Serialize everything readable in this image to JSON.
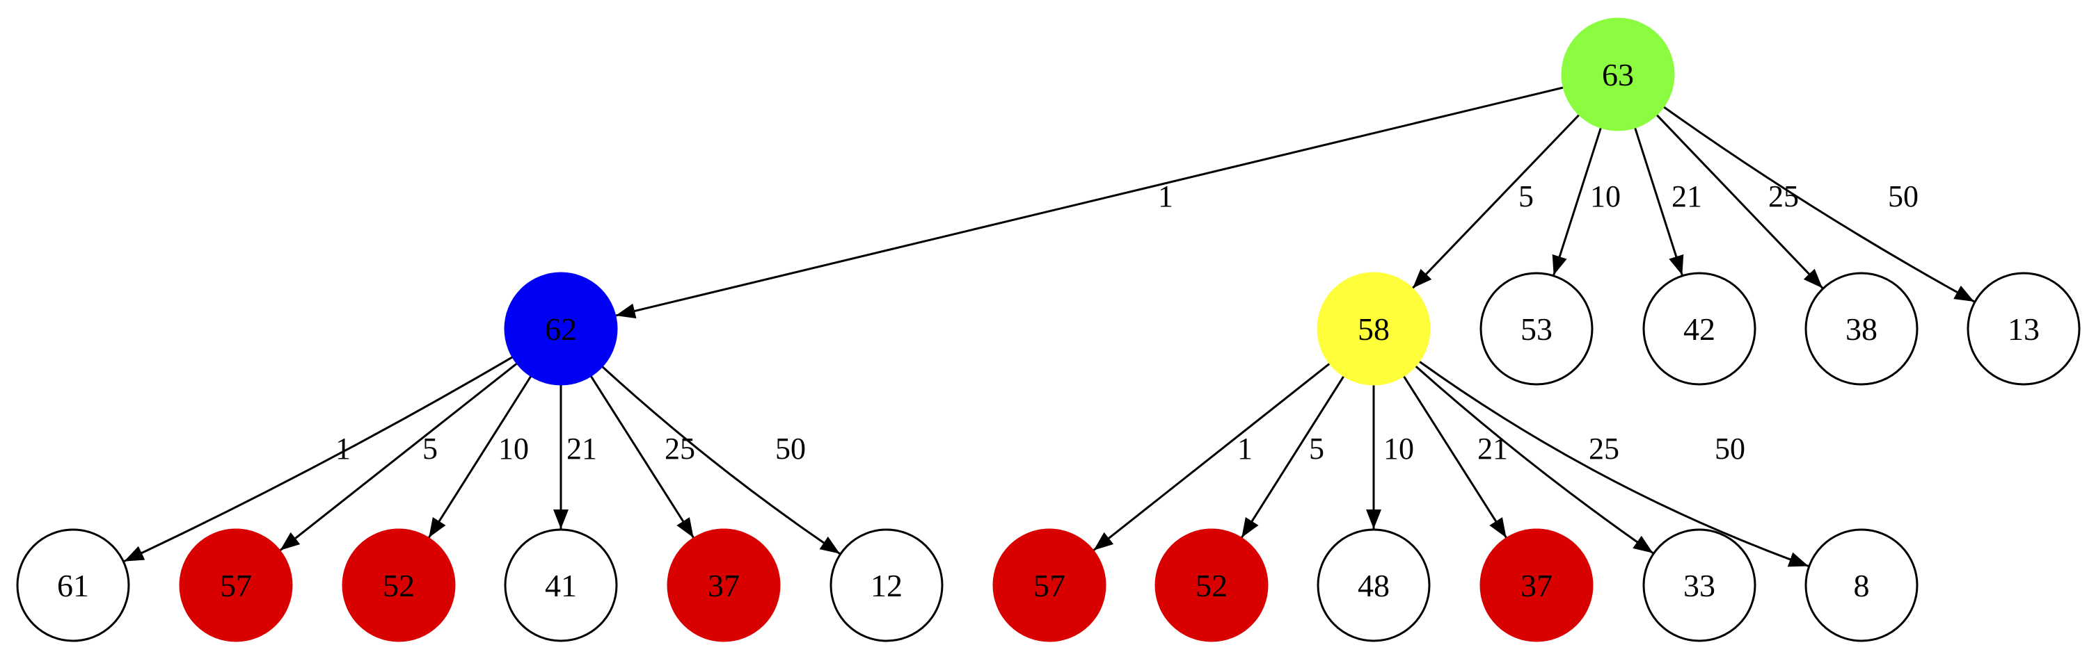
{
  "nodes": [
    {
      "id": "n63",
      "label": "63",
      "fill": "#8bfc3f"
    },
    {
      "id": "n62",
      "label": "62",
      "fill": "#0000f5"
    },
    {
      "id": "n58",
      "label": "58",
      "fill": "#fefe3b"
    },
    {
      "id": "n53",
      "label": "53",
      "fill": "#ffffff"
    },
    {
      "id": "n42",
      "label": "42",
      "fill": "#ffffff"
    },
    {
      "id": "n38",
      "label": "38",
      "fill": "#ffffff"
    },
    {
      "id": "n13",
      "label": "13",
      "fill": "#ffffff"
    },
    {
      "id": "a61",
      "label": "61",
      "fill": "#ffffff"
    },
    {
      "id": "a57",
      "label": "57",
      "fill": "#d90000"
    },
    {
      "id": "a52",
      "label": "52",
      "fill": "#d90000"
    },
    {
      "id": "a41",
      "label": "41",
      "fill": "#ffffff"
    },
    {
      "id": "a37",
      "label": "37",
      "fill": "#d90000"
    },
    {
      "id": "a12",
      "label": "12",
      "fill": "#ffffff"
    },
    {
      "id": "b57",
      "label": "57",
      "fill": "#d90000"
    },
    {
      "id": "b52",
      "label": "52",
      "fill": "#d90000"
    },
    {
      "id": "b48",
      "label": "48",
      "fill": "#ffffff"
    },
    {
      "id": "b37",
      "label": "37",
      "fill": "#d90000"
    },
    {
      "id": "b33",
      "label": "33",
      "fill": "#ffffff"
    },
    {
      "id": "b8",
      "label": "8",
      "fill": "#ffffff"
    }
  ],
  "edges": [
    {
      "from": "n63",
      "to": "n62",
      "label": "1"
    },
    {
      "from": "n63",
      "to": "n58",
      "label": "5"
    },
    {
      "from": "n63",
      "to": "n53",
      "label": "10"
    },
    {
      "from": "n63",
      "to": "n42",
      "label": "21"
    },
    {
      "from": "n63",
      "to": "n38",
      "label": "25"
    },
    {
      "from": "n63",
      "to": "n13",
      "label": "50"
    },
    {
      "from": "n62",
      "to": "a61",
      "label": "1"
    },
    {
      "from": "n62",
      "to": "a57",
      "label": "5"
    },
    {
      "from": "n62",
      "to": "a52",
      "label": "10"
    },
    {
      "from": "n62",
      "to": "a41",
      "label": "21"
    },
    {
      "from": "n62",
      "to": "a37",
      "label": "25"
    },
    {
      "from": "n62",
      "to": "a12",
      "label": "50"
    },
    {
      "from": "n58",
      "to": "b57",
      "label": "1"
    },
    {
      "from": "n58",
      "to": "b52",
      "label": "5"
    },
    {
      "from": "n58",
      "to": "b48",
      "label": "10"
    },
    {
      "from": "n58",
      "to": "b37",
      "label": "21"
    },
    {
      "from": "n58",
      "to": "b33",
      "label": "25"
    },
    {
      "from": "n58",
      "to": "b8",
      "label": "50"
    }
  ]
}
